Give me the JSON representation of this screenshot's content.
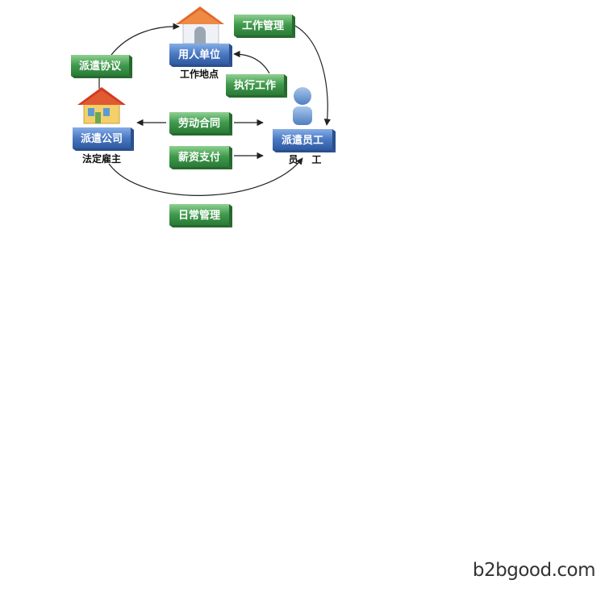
{
  "diagram": {
    "nodes": {
      "dispatch_company": {
        "label": "派遣公司",
        "caption": "法定雇主"
      },
      "employer_unit": {
        "label": "用人单位",
        "caption": "工作地点"
      },
      "dispatched_employee": {
        "label": "派遣员工",
        "caption": "员    工"
      }
    },
    "relations": {
      "dispatch_agreement": "派遣协议",
      "work_management": "工作管理",
      "execute_work": "执行工作",
      "labor_contract": "劳动合同",
      "salary_payment": "薪资支付",
      "daily_management": "日常管理"
    }
  },
  "watermark": "b2bgood.com",
  "colors": {
    "blue_box": "#4a78c2",
    "green_box": "#3f9a4c",
    "roof_red": "#d23a20",
    "roof_orange": "#e06a2a",
    "house_yellow": "#f4d06a",
    "person_blue": "#6c9bd2"
  }
}
